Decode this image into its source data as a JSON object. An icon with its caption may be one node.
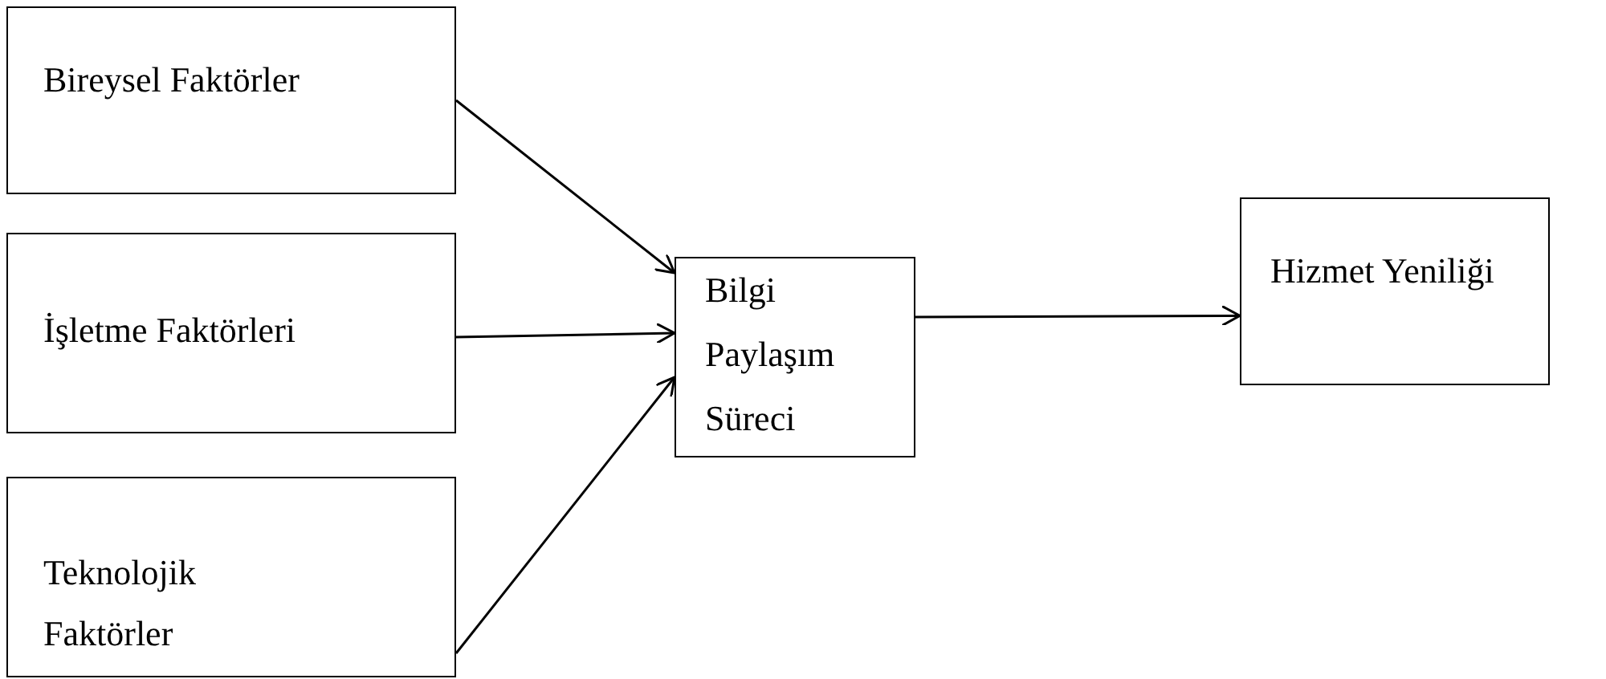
{
  "diagram": {
    "nodes": [
      {
        "text": [
          "Bireysel Faktörler"
        ]
      },
      {
        "text": [
          "İşletme Faktörleri"
        ]
      },
      {
        "text": [
          "Teknolojik Faktörler"
        ]
      },
      {
        "text": [
          "Bilgi Paylaşım Süreci"
        ]
      },
      {
        "text": [
          "Hizmet Yeniliği"
        ]
      }
    ],
    "edges": [
      {
        "from": 0,
        "to": 3,
        "arrow": "to"
      },
      {
        "from": 1,
        "to": 3,
        "arrow": "to"
      },
      {
        "from": 2,
        "to": 3,
        "arrow": "to"
      },
      {
        "from": 3,
        "to": 4,
        "arrow": "to"
      }
    ]
  }
}
